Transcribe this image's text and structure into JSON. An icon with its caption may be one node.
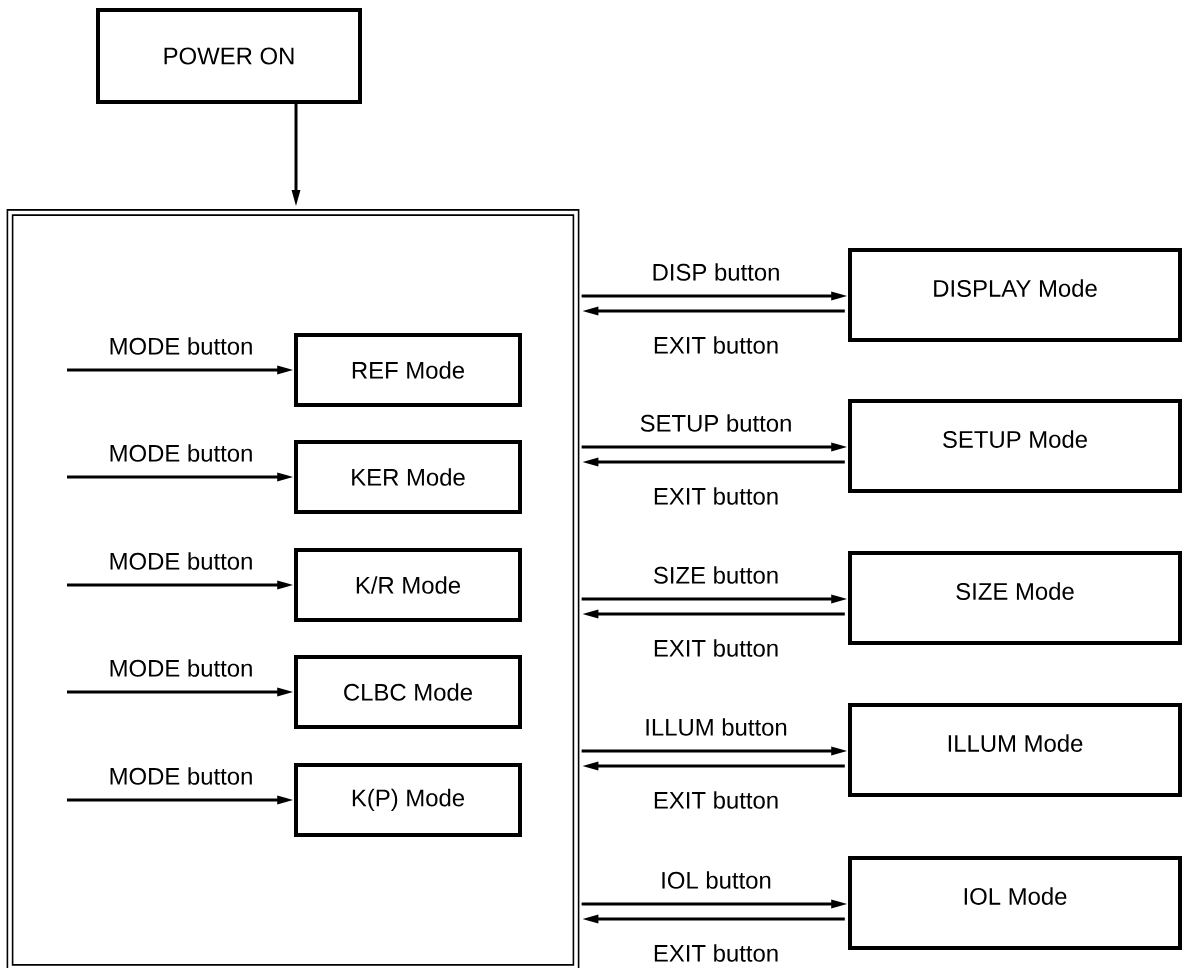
{
  "diagram": {
    "nodes": [
      {
        "text": [
          "POWER ON"
        ]
      },
      {
        "text": [],
        "shape": "box"
      },
      {
        "text": [
          "REF Mode"
        ],
        "in": 1
      },
      {
        "text": [
          "KER Mode"
        ],
        "in": 1
      },
      {
        "text": [
          "K/R Mode"
        ],
        "in": 1
      },
      {
        "text": [
          "CLBC Mode"
        ],
        "in": 1
      },
      {
        "text": [
          "K(P) Mode"
        ],
        "in": 1
      },
      {
        "text": [
          "DISPLAY Mode"
        ]
      },
      {
        "text": [
          "SETUP Mode"
        ]
      },
      {
        "text": [
          "SIZE Mode"
        ]
      },
      {
        "text": [
          "ILLUM Mode"
        ]
      },
      {
        "text": [
          "IOL Mode"
        ]
      }
    ],
    "edges": [
      {
        "from": 0,
        "to": 1,
        "arrow": "to"
      },
      {
        "from": null,
        "to": 2,
        "arrow": "to",
        "label": "MODE button"
      },
      {
        "from": null,
        "to": 3,
        "arrow": "to",
        "label": "MODE button"
      },
      {
        "from": null,
        "to": 4,
        "arrow": "to",
        "label": "MODE button"
      },
      {
        "from": null,
        "to": 5,
        "arrow": "to",
        "label": "MODE button"
      },
      {
        "from": null,
        "to": 6,
        "arrow": "to",
        "label": "MODE button"
      },
      {
        "from": 1,
        "to": 7,
        "arrow": "to",
        "label": "DISP button"
      },
      {
        "from": 7,
        "to": 1,
        "arrow": "to",
        "label": "EXIT button"
      },
      {
        "from": 1,
        "to": 8,
        "arrow": "to",
        "label": "SETUP button"
      },
      {
        "from": 8,
        "to": 1,
        "arrow": "to",
        "label": "EXIT button"
      },
      {
        "from": 1,
        "to": 9,
        "arrow": "to",
        "label": "SIZE button"
      },
      {
        "from": 9,
        "to": 1,
        "arrow": "to",
        "label": "EXIT button"
      },
      {
        "from": 1,
        "to": 10,
        "arrow": "to",
        "label": "ILLUM button"
      },
      {
        "from": 10,
        "to": 1,
        "arrow": "to",
        "label": "EXIT button"
      },
      {
        "from": 1,
        "to": 11,
        "arrow": "to",
        "label": "IOL button"
      },
      {
        "from": 11,
        "to": 1,
        "arrow": "to",
        "label": "EXIT button"
      }
    ]
  }
}
